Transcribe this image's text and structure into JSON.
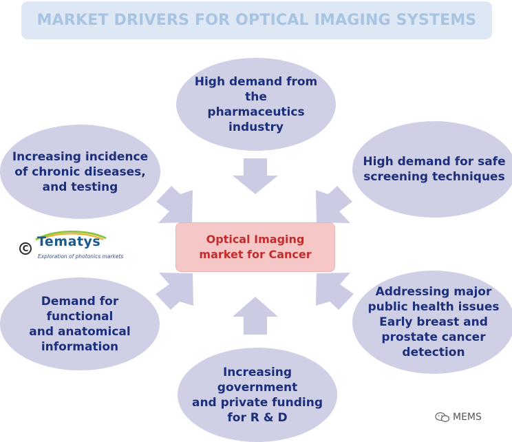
{
  "title": "MARKET DRIVERS FOR OPTICAL IMAGING SYSTEMS",
  "center": {
    "lines": [
      "Optical Imaging",
      "market  for Cancer"
    ]
  },
  "drivers": [
    {
      "id": "pharma",
      "lines": [
        "High demand from the",
        "pharmaceutics",
        "industry"
      ]
    },
    {
      "id": "safe-screening",
      "lines": [
        "High demand for safe",
        "screening techniques"
      ]
    },
    {
      "id": "public-health",
      "lines": [
        "Addressing major",
        "public health issues",
        "Early breast and",
        "prostate cancer",
        "detection"
      ]
    },
    {
      "id": "funding",
      "lines": [
        "Increasing government",
        "and private funding",
        "for R & D"
      ]
    },
    {
      "id": "functional",
      "lines": [
        "Demand for functional",
        "and anatomical",
        "information"
      ]
    },
    {
      "id": "chronic",
      "lines": [
        "Increasing incidence",
        "of chronic diseases,",
        "and testing"
      ]
    }
  ],
  "logo": {
    "copyright_symbol": "C",
    "name": "Tematys",
    "tagline": "Exploration of photonics markets"
  },
  "watermark": {
    "icon": "wechat-icon",
    "text": "MEMS"
  },
  "colors": {
    "bubble": "#cfcfe6",
    "bubble_text": "#1b2f7a",
    "arrow": "#cbcbe3",
    "center_fill": "#f6c7c7",
    "center_text": "#c22c2c",
    "title_fill": "#dde8f4",
    "title_text": "#a9c4e2"
  }
}
